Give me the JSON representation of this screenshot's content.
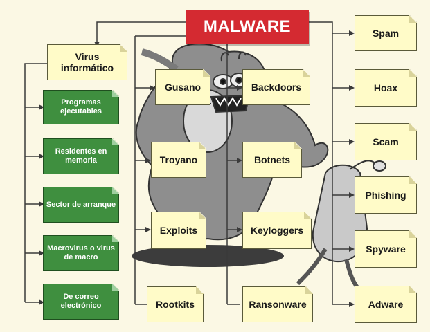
{
  "title": "MALWARE",
  "virus": "Virus\ninformático",
  "virus_types": [
    "Programas ejecutables",
    "Residentes en memoria",
    "Sector de arranque",
    "Macrovirus o virus de macro",
    "De correo electrónico"
  ],
  "col_a": [
    "Gusano",
    "Troyano",
    "Exploits",
    "Rootkits"
  ],
  "col_b": [
    "Backdoors",
    "Botnets",
    "Keyloggers",
    "Ransonware"
  ],
  "col_c": [
    "Spam",
    "Hoax",
    "Scam",
    "Phishing",
    "Spyware",
    "Adware"
  ],
  "colors": {
    "title_bg": "#d42a31",
    "note_bg": "#fffbc8",
    "green_bg": "#3f8f3f"
  }
}
